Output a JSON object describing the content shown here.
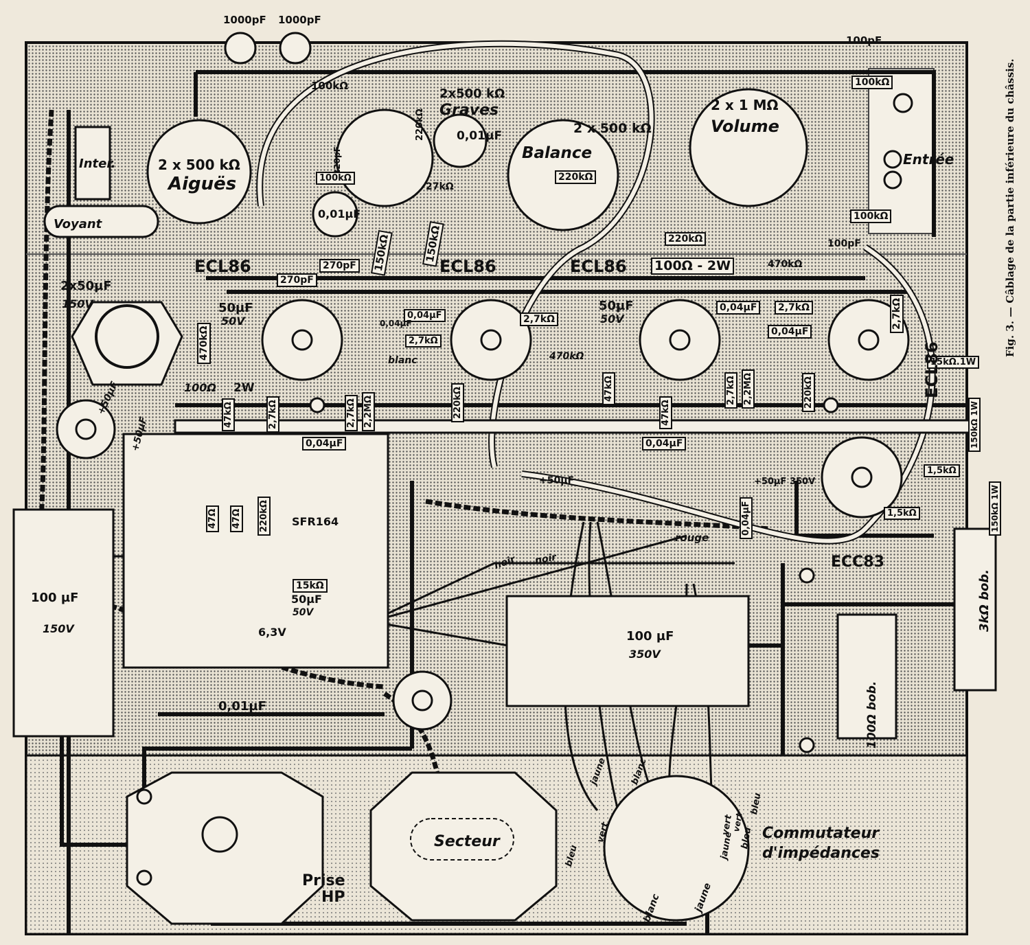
{
  "caption": "Fig. 3. — Câblage de la partie inférieure du châssis.",
  "tubes": [
    "ECL86",
    "ECL86",
    "ECL86",
    "ECL86",
    "ECC83"
  ],
  "potentiometers": [
    {
      "value": "2 x 500 kΩ",
      "name": "Aiguës"
    },
    {
      "value": "2x500 kΩ",
      "name": "Graves"
    },
    {
      "value": "2 x 500 kΩ",
      "name": "Balance"
    },
    {
      "value": "2 x 1 MΩ",
      "name": "Volume"
    }
  ],
  "connectors": {
    "input": "Entrée",
    "switch": "Inter.",
    "lamp": "Voyant",
    "mains": "Secteur",
    "speaker_1": "Prise",
    "speaker_2": "HP",
    "selector_1": "Commutateur",
    "selector_2": "d'impédances"
  },
  "labels": [
    "1000pF",
    "1000pF",
    "100pF",
    "100kΩ",
    "100kΩ",
    "220kΩ",
    "0,01µF",
    "220pF",
    "100kΩ",
    "27kΩ",
    "0,01µF",
    "150kΩ",
    "150kΩ",
    "220kΩ",
    "220kΩ",
    "100kΩ",
    "100pF",
    "270pF",
    "270pF",
    "100Ω - 2W",
    "470kΩ",
    "2x50µF",
    "150V",
    "470kΩ",
    "50µF",
    "50V",
    "0,04µF",
    "0,04µF",
    "2,7kΩ",
    "2,7kΩ",
    "50µF",
    "50V",
    "0,04µF",
    "2,7kΩ",
    "0,04µF",
    "2,7kΩ",
    "blanc",
    "470kΩ",
    "100Ω",
    "2W",
    "47kΩ",
    "2,7kΩ",
    "2,7kΩ",
    "2,2MΩ",
    "47kΩ",
    "220kΩ",
    "47kΩ",
    "2,7kΩ",
    "2,2MΩ",
    "220kΩ",
    "15kΩ.1W",
    "+50µF",
    "+50µF",
    "0,04µF",
    "0,04µF",
    "150kΩ 1W",
    "+50µF",
    "1,5kΩ",
    "1,5kΩ",
    "150kΩ 1W",
    "0,04µF",
    "+50µF 350V",
    "47Ω",
    "47Ω",
    "220kΩ",
    "SFR164",
    "rouge",
    "noir",
    "noir",
    "15kΩ",
    "50µF",
    "50V",
    "100 µF",
    "150V",
    "6,3V",
    "100 µF",
    "350V",
    "3kΩ bob.",
    "100Ω bob.",
    "0,01µF",
    "bleu",
    "vert",
    "jaune",
    "blanc",
    "blanc",
    "jaune",
    "vert",
    "bleu",
    "jaune",
    "bleu",
    "vert"
  ]
}
